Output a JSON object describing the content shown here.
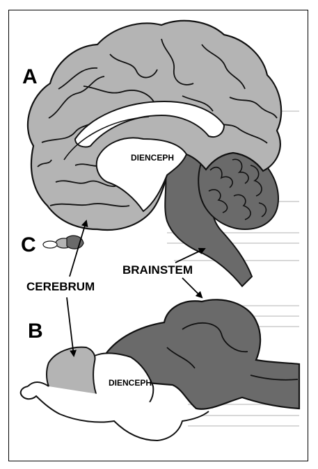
{
  "labels": {
    "panel_a": "A",
    "panel_b": "B",
    "panel_c": "C",
    "cerebrum": "CEREBRUM",
    "brainstem": "BRAINSTEM",
    "dienceph_a": "DIENCEPH",
    "dienceph_b": "DIENCEPH"
  },
  "colors": {
    "cerebrum_fill": "#b4b4b4",
    "brainstem_fill": "#6a6a6a",
    "dienceph_fill": "#ffffff",
    "outline": "#111111"
  }
}
